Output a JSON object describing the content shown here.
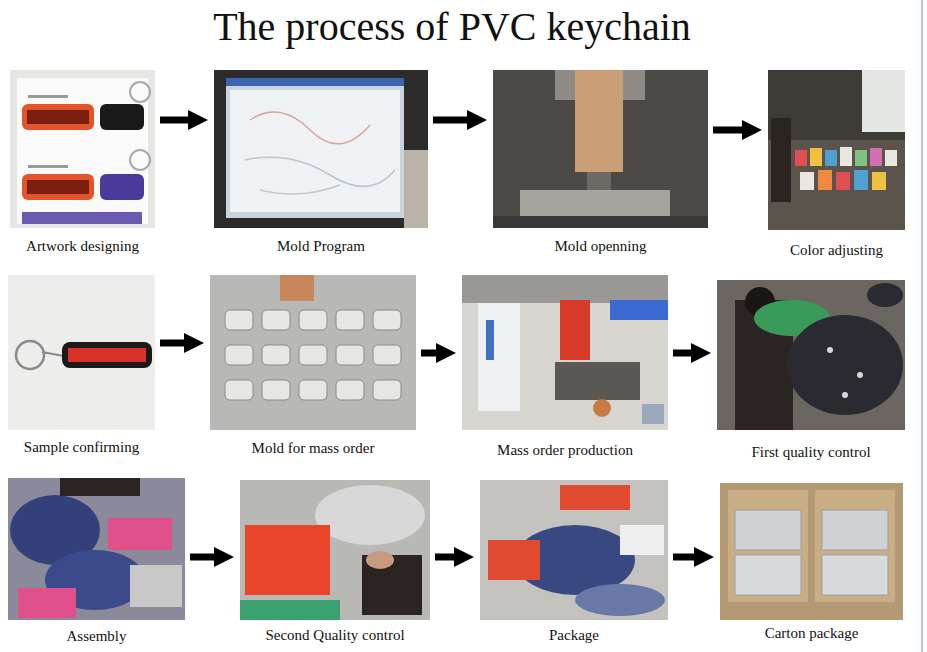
{
  "diagram": {
    "title": "The process of PVC keychain",
    "nodes": [
      {
        "text": [
          "Artwork designing"
        ]
      },
      {
        "text": [
          "Mold Program"
        ]
      },
      {
        "text": [
          "Mold openning"
        ]
      },
      {
        "text": [
          "Color adjusting"
        ]
      },
      {
        "text": [
          "Sample confirming"
        ]
      },
      {
        "text": [
          "Mold for mass order"
        ]
      },
      {
        "text": [
          "Mass order production"
        ]
      },
      {
        "text": [
          "First quality control"
        ]
      },
      {
        "text": [
          "Assembly"
        ]
      },
      {
        "text": [
          "Second Quality control"
        ]
      },
      {
        "text": [
          "Package"
        ]
      },
      {
        "text": [
          "Carton package"
        ]
      }
    ],
    "edges": [
      {
        "from": 0,
        "to": 1,
        "arrow": "to"
      },
      {
        "from": 1,
        "to": 2,
        "arrow": "to"
      },
      {
        "from": 2,
        "to": 3,
        "arrow": "to"
      },
      {
        "from": 4,
        "to": 5,
        "arrow": "to"
      },
      {
        "from": 5,
        "to": 6,
        "arrow": "to"
      },
      {
        "from": 6,
        "to": 7,
        "arrow": "to"
      },
      {
        "from": 8,
        "to": 9,
        "arrow": "to"
      },
      {
        "from": 9,
        "to": 10,
        "arrow": "to"
      },
      {
        "from": 10,
        "to": 11,
        "arrow": "to"
      }
    ]
  }
}
